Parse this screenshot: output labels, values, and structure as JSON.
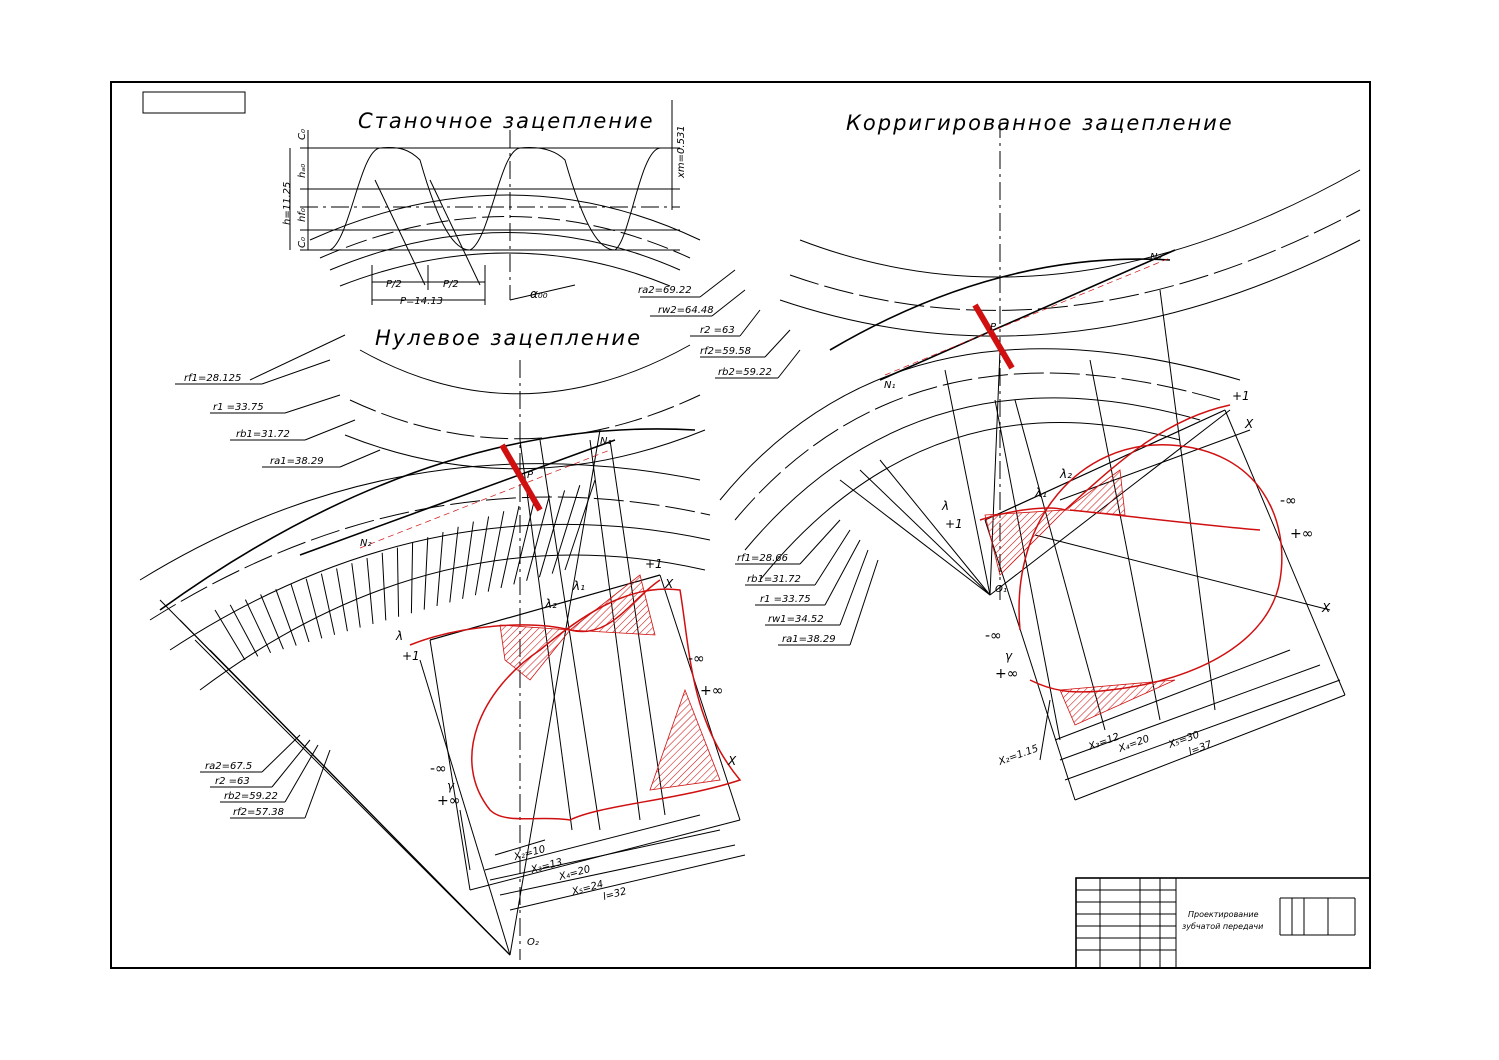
{
  "titles": {
    "machine": "Станочное зацепление",
    "zero": "Нулевое зацепление",
    "corrected": "Корригированное зацепление"
  },
  "machine": {
    "h": "h=11.25",
    "xm": "xm=0.531",
    "pitch": "P=14.13",
    "half_pitch": "P/2",
    "alpha": "α₀₀",
    "c0": "C₀",
    "ha": "hₐ₀",
    "hf": "hf₀"
  },
  "zero": {
    "radii_left": [
      "rf1=28.125",
      "r1 =33.75",
      "rb1=31.72",
      "ra1=38.29"
    ],
    "radii_bottom": [
      "ra2=67.5",
      "r2 =63",
      "rb2=59.22",
      "rf2=57.38"
    ],
    "dims": [
      "X₂=10",
      "X₃=13",
      "X₄=20",
      "X₅=24",
      "l=32"
    ],
    "points": {
      "N1": "N₁",
      "N2": "N₂",
      "P": "P",
      "O2": "O₂"
    },
    "curve_labels": {
      "lambda1": "λ₁",
      "lambda2": "λ₂",
      "lambda": "λ",
      "plus1": "+1",
      "plus1b": "+1",
      "X1": "X",
      "X2": "X",
      "minus_inf": "-∞",
      "plus_inf": "+∞",
      "gamma": "γ",
      "minus_inf_b": "-∞",
      "plus_inf_b": "+∞"
    }
  },
  "corrected": {
    "radii_top": [
      "ra2=69.22",
      "rw2=64.48",
      "r2 =63",
      "rf2=59.58",
      "rb2=59.22"
    ],
    "radii_bottom": [
      "rf1=28.66",
      "rb1=31.72",
      "r1 =33.75",
      "rw1=34.52",
      "ra1=38.29"
    ],
    "dims": [
      "X₂=1.15",
      "X₃=12",
      "X₄=20",
      "X₅=30",
      "l=37"
    ],
    "points": {
      "N1": "N₁",
      "N2": "N₂",
      "P": "P",
      "O1": "O₁"
    },
    "curve_labels": {
      "lambda1": "λ₁",
      "lambda2": "λ₂",
      "lambda": "λ",
      "plus1": "+1",
      "plus1b": "+1",
      "X1": "X",
      "X2": "X",
      "minus_inf": "-∞",
      "plus_inf": "+∞",
      "gamma": "γ",
      "minus_inf_b": "-∞",
      "plus_inf_b": "+∞"
    }
  },
  "stamp": {
    "line1": "Проектирование",
    "line2": "зубчатой передачи"
  },
  "colors": {
    "ink": "#000000",
    "accent": "#d01010"
  }
}
